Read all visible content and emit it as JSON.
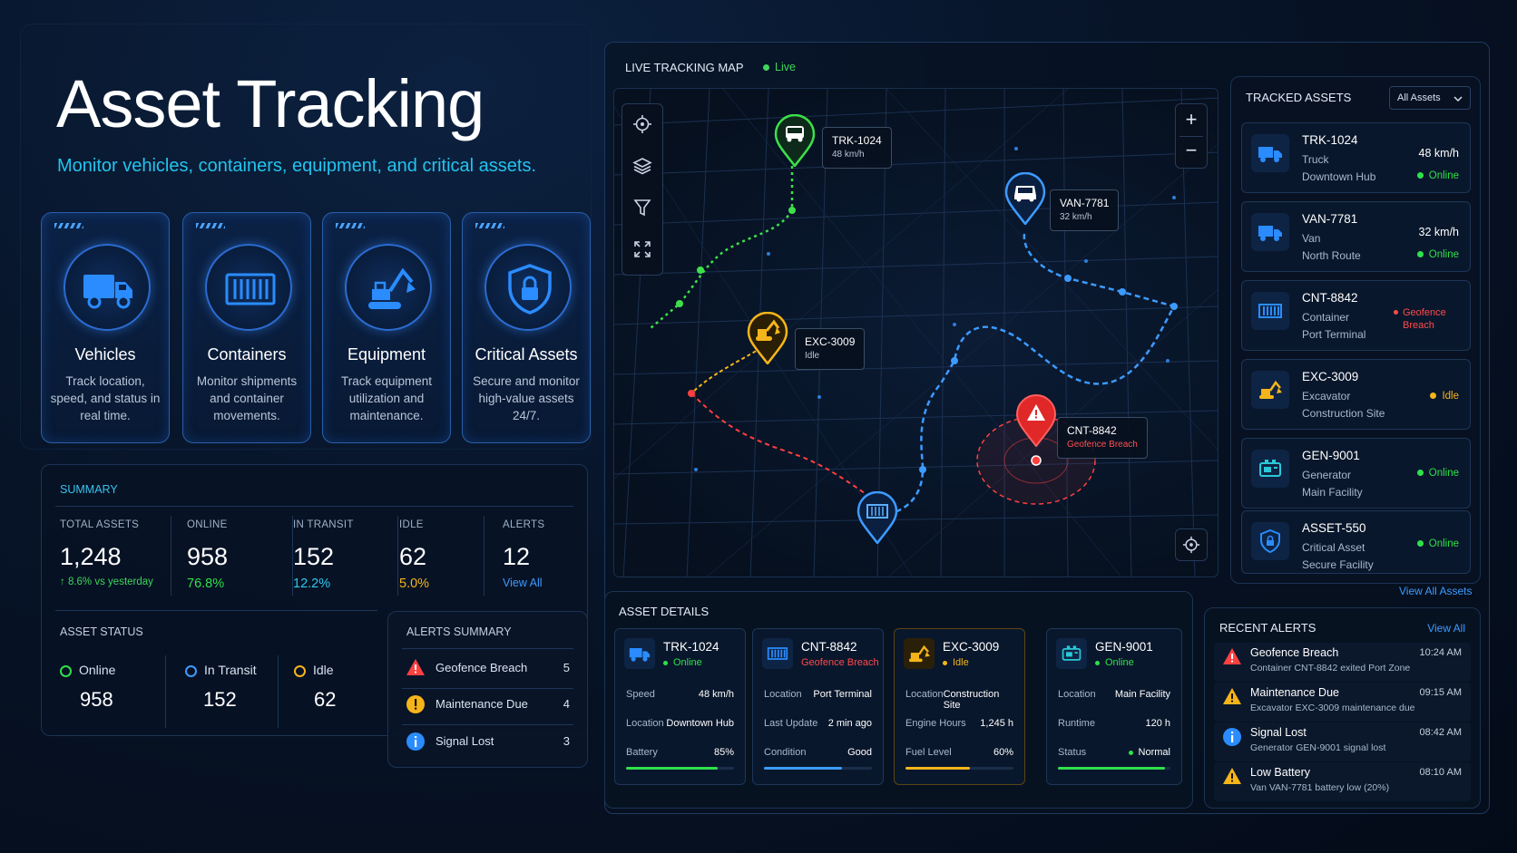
{
  "header": {
    "title": "Asset Tracking",
    "subtitle": "Monitor vehicles, containers, equipment, and critical assets."
  },
  "categories": [
    {
      "name": "Vehicles",
      "desc": "Track location, speed, and status in real time.",
      "icon": "truck-icon"
    },
    {
      "name": "Containers",
      "desc": "Monitor shipments and container movements.",
      "icon": "container-icon"
    },
    {
      "name": "Equipment",
      "desc": "Track equipment utilization and maintenance.",
      "icon": "excavator-icon"
    },
    {
      "name": "Critical Assets",
      "desc": "Secure and monitor high-value assets 24/7.",
      "icon": "shield-lock-icon"
    }
  ],
  "summary": {
    "title": "SUMMARY",
    "total": {
      "label": "TOTAL ASSETS",
      "value": "1,248",
      "sub": "↑ 8.6% vs yesterday"
    },
    "online": {
      "label": "ONLINE",
      "value": "958",
      "sub": "76.8%"
    },
    "transit": {
      "label": "IN TRANSIT",
      "value": "152",
      "sub": "12.2%"
    },
    "idle": {
      "label": "IDLE",
      "value": "62",
      "sub": "5.0%"
    },
    "alerts": {
      "label": "ALERTS",
      "value": "12",
      "sub": "View All"
    }
  },
  "asset_status": {
    "title": "ASSET STATUS",
    "items": [
      {
        "label": "Online",
        "value": "958",
        "color": "#2fe04a"
      },
      {
        "label": "In Transit",
        "value": "152",
        "color": "#3d9bff"
      },
      {
        "label": "Idle",
        "value": "62",
        "color": "#f5b51a"
      }
    ]
  },
  "alerts_summary": {
    "title": "ALERTS SUMMARY",
    "items": [
      {
        "label": "Geofence Breach",
        "count": "5",
        "icon": "warning-red-icon"
      },
      {
        "label": "Maintenance Due",
        "count": "4",
        "icon": "exclamation-yellow-icon"
      },
      {
        "label": "Signal Lost",
        "count": "3",
        "icon": "info-blue-icon"
      }
    ]
  },
  "map": {
    "title": "LIVE TRACKING MAP",
    "live": "Live",
    "zoom_in": "+",
    "zoom_out": "−",
    "labels": [
      {
        "id": "TRK-1024",
        "sub": "48 km/h"
      },
      {
        "id": "VAN-7781",
        "sub": "32 km/h"
      },
      {
        "id": "EXC-3009",
        "sub": "Idle"
      },
      {
        "id": "CNT-8842",
        "sub": "Geofence Breach"
      }
    ]
  },
  "tracked": {
    "title": "TRACKED ASSETS",
    "filter": "All Assets",
    "view_all": "View All Assets",
    "items": [
      {
        "id": "TRK-1024",
        "type": "Truck",
        "loc": "Downtown Hub",
        "speed": "48 km/h",
        "status": "Online"
      },
      {
        "id": "VAN-7781",
        "type": "Van",
        "loc": "North Route",
        "speed": "32 km/h",
        "status": "Online"
      },
      {
        "id": "CNT-8842",
        "type": "Container",
        "loc": "Port Terminal",
        "speed": "",
        "status": "Geofence Breach"
      },
      {
        "id": "EXC-3009",
        "type": "Excavator",
        "loc": "Construction Site",
        "speed": "",
        "status": "Idle"
      },
      {
        "id": "GEN-9001",
        "type": "Generator",
        "loc": "Main Facility",
        "speed": "",
        "status": "Online"
      },
      {
        "id": "ASSET-550",
        "type": "Critical Asset",
        "loc": "Secure Facility",
        "speed": "",
        "status": "Online"
      }
    ]
  },
  "details": {
    "title": "ASSET DETAILS",
    "cards": [
      {
        "id": "TRK-1024",
        "status": "Online",
        "rows": [
          [
            "Speed",
            "48 km/h"
          ],
          [
            "Location",
            "Downtown Hub"
          ],
          [
            "Battery",
            "85%"
          ]
        ],
        "bar": 0.85,
        "color": "#2fe04a"
      },
      {
        "id": "CNT-8842",
        "status": "Geofence Breach",
        "rows": [
          [
            "Location",
            "Port Terminal"
          ],
          [
            "Last Update",
            "2 min ago"
          ],
          [
            "Condition",
            "Good"
          ]
        ],
        "bar": 0.72,
        "color": "#3d9bff"
      },
      {
        "id": "EXC-3009",
        "status": "Idle",
        "rows": [
          [
            "Location",
            "Construction Site"
          ],
          [
            "Engine Hours",
            "1,245 h"
          ],
          [
            "Fuel Level",
            "60%"
          ]
        ],
        "bar": 0.6,
        "color": "#f5b51a"
      },
      {
        "id": "GEN-9001",
        "status": "Online",
        "rows": [
          [
            "Location",
            "Main Facility"
          ],
          [
            "Runtime",
            "120 h"
          ],
          [
            "Status",
            "Normal"
          ]
        ],
        "bar": 0.95,
        "color": "#2fe04a"
      }
    ]
  },
  "recent": {
    "title": "RECENT ALERTS",
    "view_all": "View All",
    "items": [
      {
        "title": "Geofence Breach",
        "desc": "Container CNT-8842 exited Port Zone",
        "time": "10:24 AM"
      },
      {
        "title": "Maintenance Due",
        "desc": "Excavator EXC-3009 maintenance due",
        "time": "09:15 AM"
      },
      {
        "title": "Signal Lost",
        "desc": "Generator GEN-9001 signal lost",
        "time": "08:42 AM"
      },
      {
        "title": "Low Battery",
        "desc": "Van VAN-7781 battery low (20%)",
        "time": "08:10 AM"
      }
    ]
  }
}
